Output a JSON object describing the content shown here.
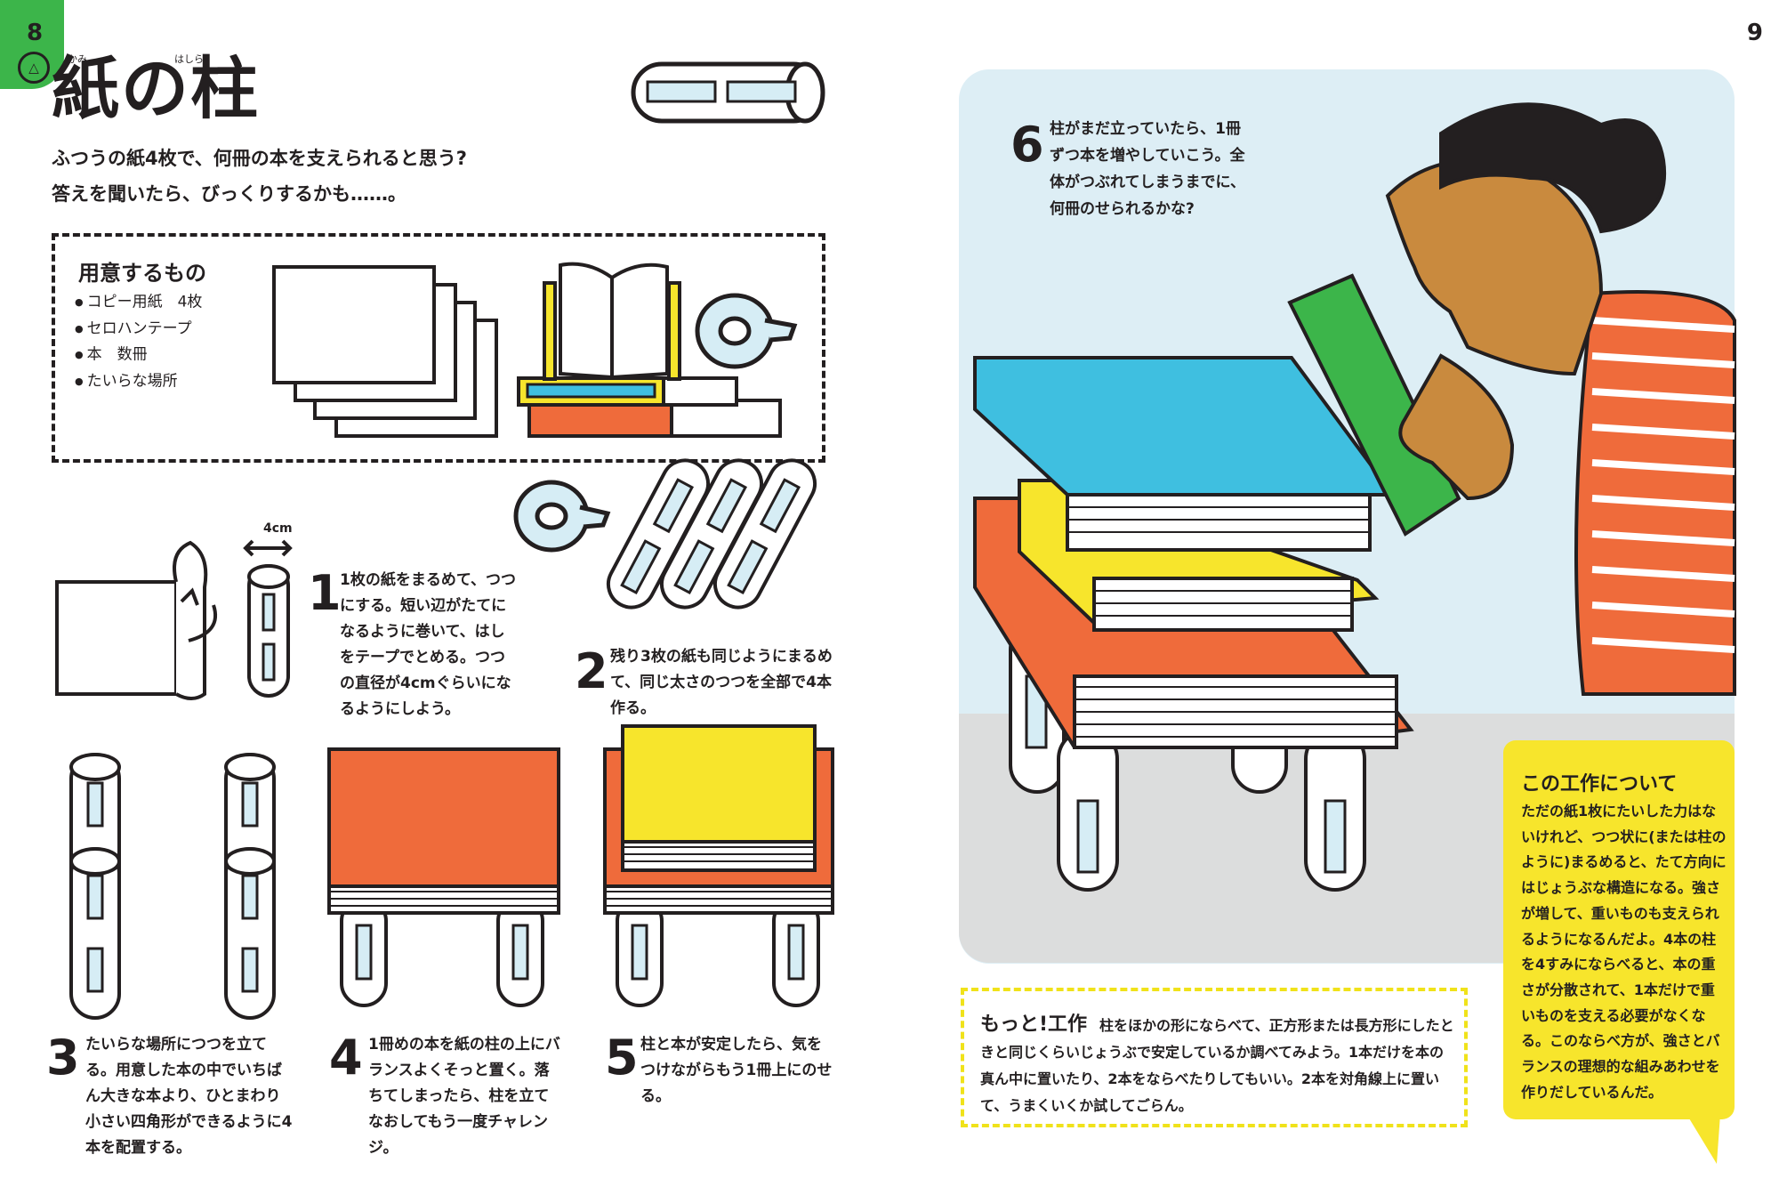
{
  "colors": {
    "green": "#3cb54a",
    "yellow": "#f7e52c",
    "orange": "#ef6b3b",
    "blue": "#3fbfe0",
    "skin": "#c98a3e",
    "dark": "#231f20"
  },
  "page_left": "8",
  "page_right": "9",
  "category_icon": "shape-icon",
  "title": {
    "text": "紙の柱",
    "ruby_kami": "かみ",
    "ruby_hashira": "はしら"
  },
  "lead": {
    "line1": "ふつうの紙4枚で、何冊の本を支えられると思う?",
    "line2": "答えを聞いたら、びっくりするかも……。"
  },
  "needs": {
    "title": "用意するもの",
    "items": [
      "コピー用紙　4枚",
      "セロハンテープ",
      "本　数冊",
      "たいらな場所"
    ]
  },
  "measure_label": "4cm",
  "steps": [
    {
      "num": "1",
      "text": "1枚の紙をまるめて、つつにする。短い辺がたてになるように巻いて、はしをテープでとめる。つつの直径が4cmぐらいになるようにしよう。"
    },
    {
      "num": "2",
      "text": "残り3枚の紙も同じようにまるめて、同じ太さのつつを全部で4本作る。"
    },
    {
      "num": "3",
      "text": "たいらな場所につつを立てる。用意した本の中でいちばん大きな本より、ひとまわり小さい四角形ができるように4本を配置する。"
    },
    {
      "num": "4",
      "text": "1冊めの本を紙の柱の上にバランスよくそっと置く。落ちてしまったら、柱を立てなおしてもう一度チャレンジ。"
    },
    {
      "num": "5",
      "text": "柱と本が安定したら、気をつけながらもう1冊上にのせる。"
    },
    {
      "num": "6",
      "text": "柱がまだ立っていたら、1冊ずつ本を増やしていこう。全体がつぶれてしまうまでに、何冊のせられるかな?"
    }
  ],
  "about": {
    "title": "この工作について",
    "text": "ただの紙1枚にたいした力はないけれど、つつ状に(または柱のように)まるめると、たて方向にはじょうぶな構造になる。強さが増して、重いものも支えられるようになるんだよ。4本の柱を4すみにならべると、本の重さが分散されて、1本だけで重いものを支える必要がなくなる。このならべ方が、強さとバランスの理想的な組みあわせを作りだしているんだ。"
  },
  "more": {
    "title": "もっと!工作",
    "text": "柱をほかの形にならべて、正方形または長方形にしたときと同じくらいじょうぶで安定しているか調べてみよう。1本だけを本の真ん中に置いたり、2本をならべたりしてもいい。2本を対角線上に置いて、うまくいくか試してごらん。"
  }
}
